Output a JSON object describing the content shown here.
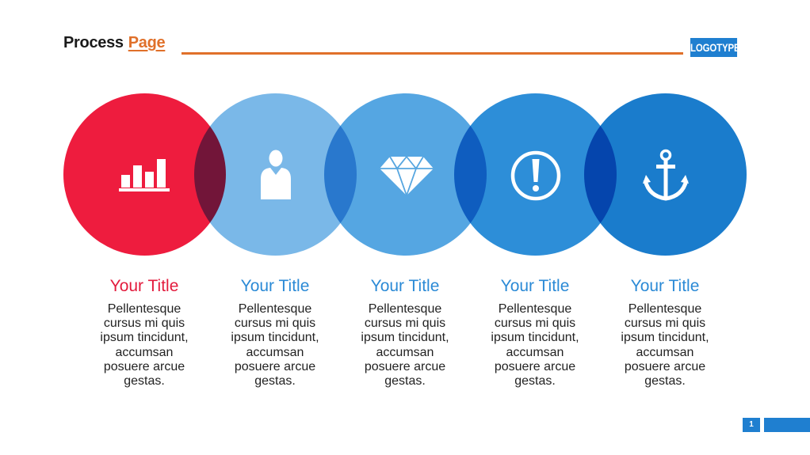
{
  "header": {
    "title_part1": "Process",
    "title_part2": "Page",
    "logo": "LOGOTYPE"
  },
  "steps": [
    {
      "title": "Your Title",
      "body": "Pellentesque\ncursus mi quis\nipsum tincidunt,\naccumsan\nposuere arcue\ngestas.",
      "icon": "bar-chart-icon",
      "color": "#ee1c3e",
      "title_color": "#e31b3d"
    },
    {
      "title": "Your Title",
      "body": "Pellentesque\ncursus mi quis\nipsum tincidunt,\naccumsan\nposuere arcue\ngestas.",
      "icon": "person-icon",
      "color": "#7ab8e8",
      "title_color": "#2b8ad6"
    },
    {
      "title": "Your Title",
      "body": "Pellentesque\ncursus mi quis\nipsum tincidunt,\naccumsan\nposuere arcue\ngestas.",
      "icon": "diamond-icon",
      "color": "#55a6e2",
      "title_color": "#2b8ad6"
    },
    {
      "title": "Your Title",
      "body": "Pellentesque\ncursus mi quis\nipsum tincidunt,\naccumsan\nposuere arcue\ngestas.",
      "icon": "exclamation-icon",
      "color": "#2d8ed8",
      "title_color": "#2b8ad6"
    },
    {
      "title": "Your Title",
      "body": "Pellentesque\ncursus mi quis\nipsum tincidunt,\naccumsan\nposuere arcue\ngestas.",
      "icon": "anchor-icon",
      "color": "#1a7ccc",
      "title_color": "#2b8ad6"
    }
  ],
  "footer": {
    "page_number": "1",
    "accent_color": "#1f7fd0"
  }
}
